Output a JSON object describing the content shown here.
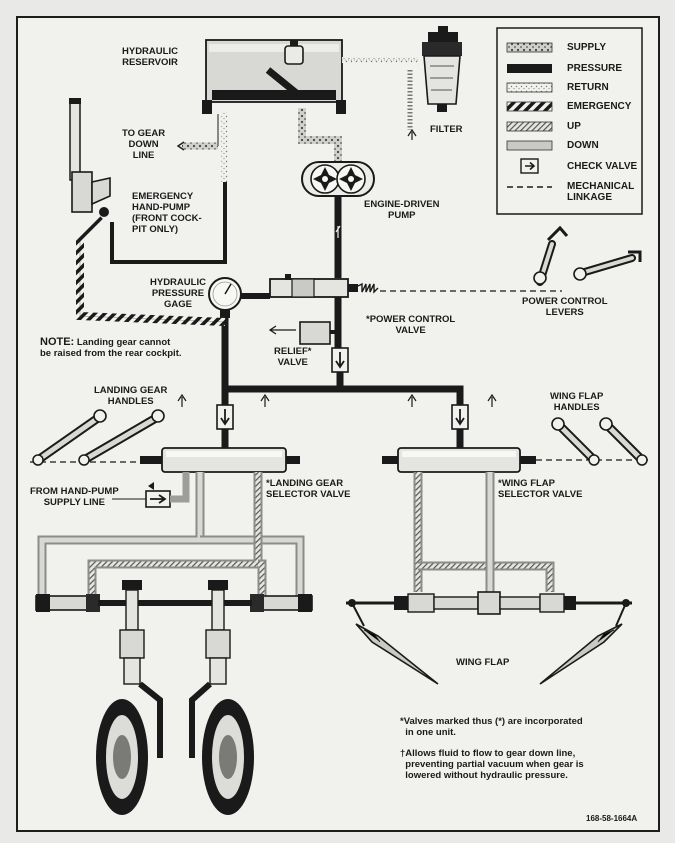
{
  "labels": {
    "reservoir": "HYDRAULIC\nRESERVOIR",
    "filter": "FILTER",
    "gear_down_line": "TO GEAR\nDOWN\nLINE",
    "engine_pump": "ENGINE-DRIVEN\nPUMP",
    "hand_pump": "EMERGENCY\nHAND-PUMP\n(FRONT COCK-\nPIT ONLY)",
    "pressure_gage": "HYDRAULIC\nPRESSURE\nGAGE",
    "power_control_valve": "*POWER CONTROL\nVALVE",
    "power_control_levers": "POWER CONTROL\nLEVERS",
    "relief_valve": "RELIEF*\nVALVE",
    "landing_gear_handles": "LANDING GEAR\nHANDLES",
    "wing_flap_handles": "WING FLAP\nHANDLES",
    "from_hand_pump": "FROM HAND-PUMP\nSUPPLY LINE",
    "landing_gear_selector": "*LANDING GEAR\nSELECTOR VALVE",
    "wing_flap_selector": "*WING FLAP\nSELECTOR VALVE",
    "wing_flap": "WING FLAP"
  },
  "note": {
    "title": "NOTE:",
    "text": "Landing gear cannot\nbe raised from the rear cockpit."
  },
  "legend": [
    {
      "label": "SUPPLY",
      "pattern": "supply"
    },
    {
      "label": "PRESSURE",
      "pattern": "pressure"
    },
    {
      "label": "RETURN",
      "pattern": "return"
    },
    {
      "label": "EMERGENCY",
      "pattern": "emergency"
    },
    {
      "label": "UP",
      "pattern": "up"
    },
    {
      "label": "DOWN",
      "pattern": "down"
    },
    {
      "label": "CHECK VALVE",
      "pattern": "check"
    },
    {
      "label": "MECHANICAL\nLINKAGE",
      "pattern": "mechanical"
    }
  ],
  "footnotes": [
    "*Valves marked thus (*) are incorporated\n  in one unit.",
    "†Allows fluid to flow to gear down line,\n  preventing partial vacuum when gear is\n  lowered without hydraulic pressure."
  ],
  "code": "168-58-1664A",
  "colors": {
    "ink": "#1a1a1a",
    "paper": "#f1f1ee",
    "gray": "#b9b9b5"
  }
}
